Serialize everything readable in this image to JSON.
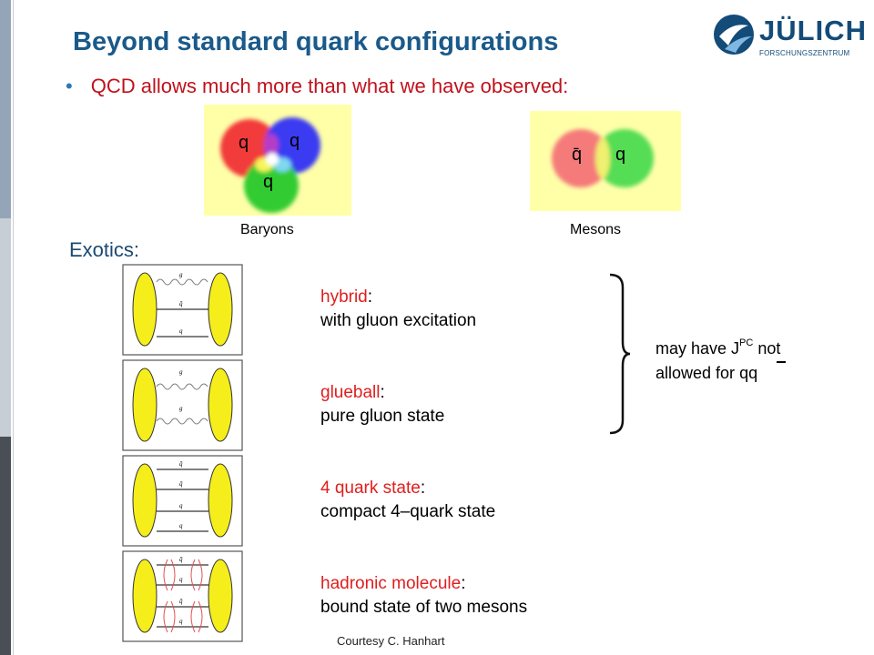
{
  "title": "Beyond standard quark configurations",
  "logo": {
    "name": "JÜLICH",
    "subtitle": "FORSCHUNGSZENTRUM"
  },
  "bullet": "QCD allows much more than what we have observed:",
  "baryon": {
    "q1": "q",
    "q2": "q",
    "q3": "q",
    "caption": "Baryons"
  },
  "meson": {
    "antiquark": "q̄",
    "quark": "q",
    "caption": "Mesons"
  },
  "exotics_label": "Exotics:",
  "exotics": [
    {
      "name": "hybrid",
      "colon": ":",
      "desc": "with gluon excitation"
    },
    {
      "name": "glueball",
      "colon": ":",
      "desc": "pure gluon state"
    },
    {
      "name": "4 quark state",
      "colon": ":",
      "desc": "compact 4–quark state"
    },
    {
      "name": "hadronic molecule",
      "colon": ":",
      "desc": "bound state of two mesons"
    }
  ],
  "feynman_labels": {
    "g": "g",
    "q": "q",
    "qbar": "q̄"
  },
  "note": {
    "line1_prefix": "may have J",
    "sup": "PC",
    "line1_suffix": " not",
    "line2_prefix": "allowed for ",
    "line2_qq": "qq"
  },
  "courtesy": "Courtesy C. Hanhart",
  "colors": {
    "title": "#1a5a8a",
    "highlight": "#e01e1e",
    "quark_ellipse": "#f5ee1a",
    "baryon_bg": "#ffffa8"
  }
}
